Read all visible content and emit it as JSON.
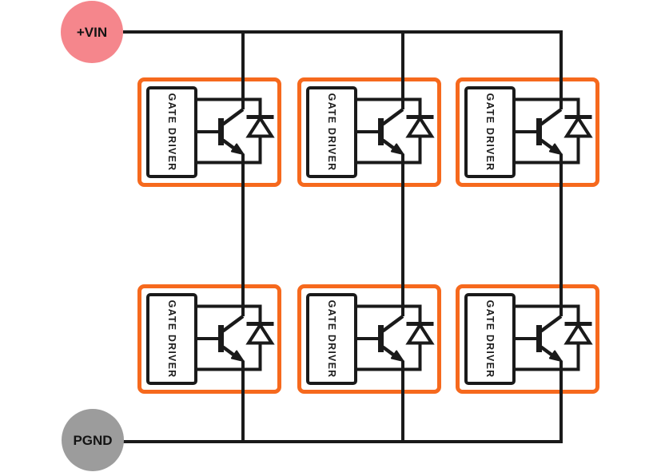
{
  "terminals": {
    "vin": {
      "label": "+VIN",
      "color": "#F5868C"
    },
    "gnd": {
      "label": "PGND",
      "color": "#9C9C9C"
    }
  },
  "modules": [
    {
      "position": "top-left",
      "label": "GATE DRIVER"
    },
    {
      "position": "top-middle",
      "label": "GATE DRIVER"
    },
    {
      "position": "top-right",
      "label": "GATE DRIVER"
    },
    {
      "position": "bottom-left",
      "label": "GATE DRIVER"
    },
    {
      "position": "bottom-middle",
      "label": "GATE DRIVER"
    },
    {
      "position": "bottom-right",
      "label": "GATE DRIVER"
    }
  ],
  "colors": {
    "module_border": "#F6691D",
    "wire": "#1A1A1A",
    "background": "#FFFFFF"
  }
}
